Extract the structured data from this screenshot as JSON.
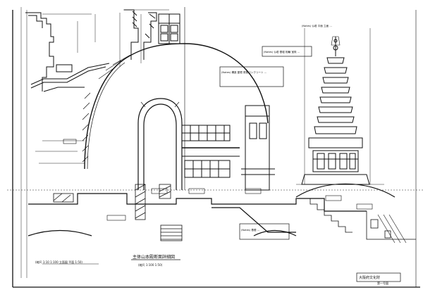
{
  "sheet": {
    "paper_color": "#ffffff",
    "ink_color": "#111111"
  },
  "labels": {
    "drawing_title": "主体山本殿断面詳細図",
    "drawing_scale": "(縮尺 1:100 1:50)",
    "left_note": "(縮尺 1:10 1:100 立面図 平面 1:50)",
    "title_block_name": "大阪府文化財",
    "title_block_number": "第一号図",
    "notes_top": "(Notes) 仏塔 基壇 相輪 宝珠 ...",
    "notes_mid": "(Notes) 構造 屋根 鉄筋コンクリート ...",
    "callout_right": "(Notes) 仏塔 平面 立面 ...",
    "callout_bottom": "(Notes) 基礎 ..."
  }
}
